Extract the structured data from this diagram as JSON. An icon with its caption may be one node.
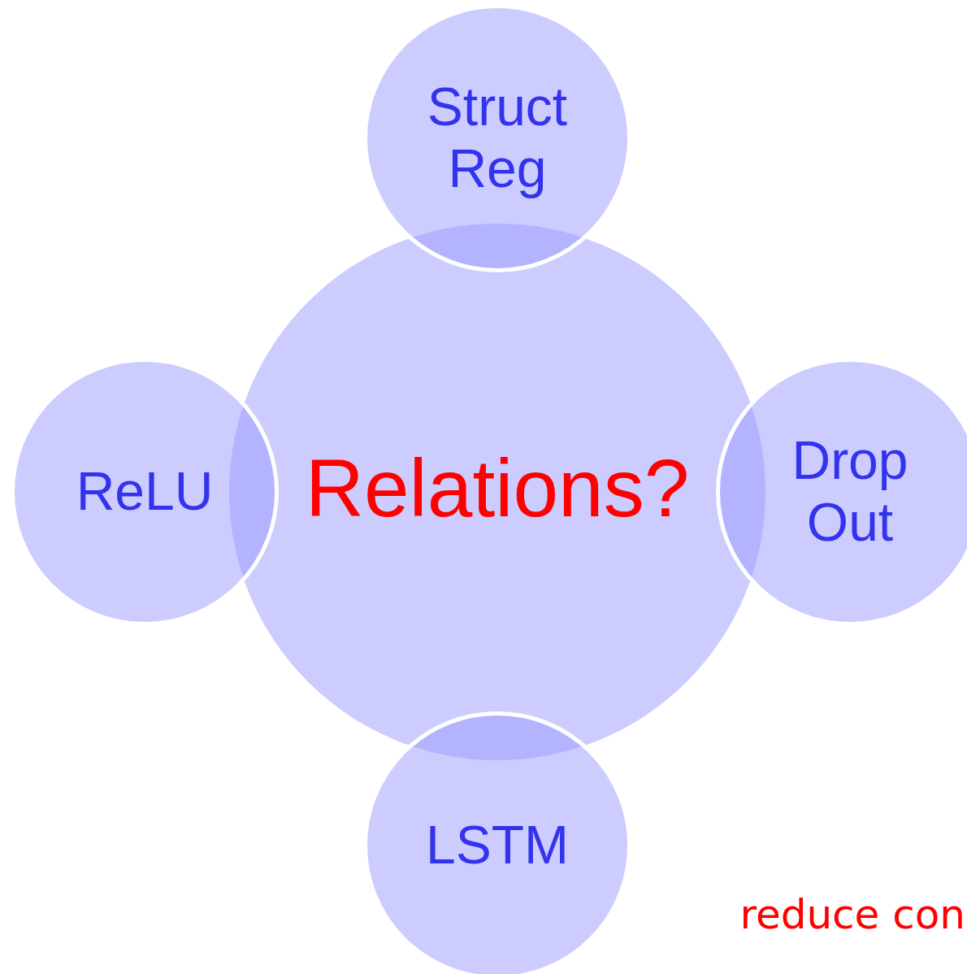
{
  "diagram": {
    "nodes": [
      {
        "text": [
          "Relations?"
        ]
      },
      {
        "text": [
          "Struct Reg"
        ]
      },
      {
        "text": [
          "ReLU"
        ]
      },
      {
        "text": [
          "Drop Out"
        ]
      },
      {
        "text": [
          "LSTM"
        ]
      }
    ],
    "labels": [
      "reduce con"
    ]
  }
}
